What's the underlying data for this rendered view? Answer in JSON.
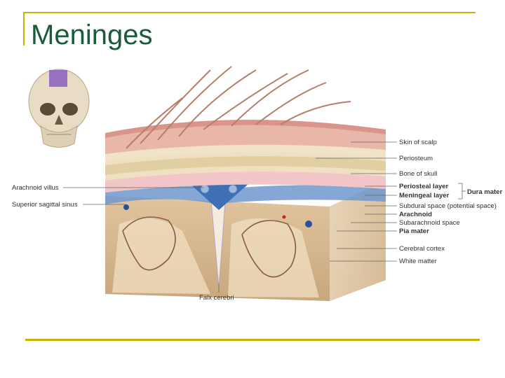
{
  "slide": {
    "title": "Meninges"
  },
  "labels": {
    "skin_of_scalp": "Skin of scalp",
    "periosteum": "Periosteum",
    "bone_of_skull": "Bone of skull",
    "periosteal_layer": "Periosteal layer",
    "meningeal_layer": "Meningeal layer",
    "dura_mater": "Dura mater",
    "subdural_space": "Subdural space (potential space)",
    "arachnoid": "Arachnoid",
    "subarachnoid_space": "Subarachnoid space",
    "pia_mater": "Pia mater",
    "cerebral_cortex": "Cerebral cortex",
    "white_matter": "White matter",
    "arachnoid_villus": "Arachnoid villus",
    "superior_sagittal_sinus": "Superior sagittal sinus",
    "falx_cerebri": "Falx cerebri"
  },
  "colors": {
    "title": "#1a5c3a",
    "frame": "#c8b400"
  }
}
